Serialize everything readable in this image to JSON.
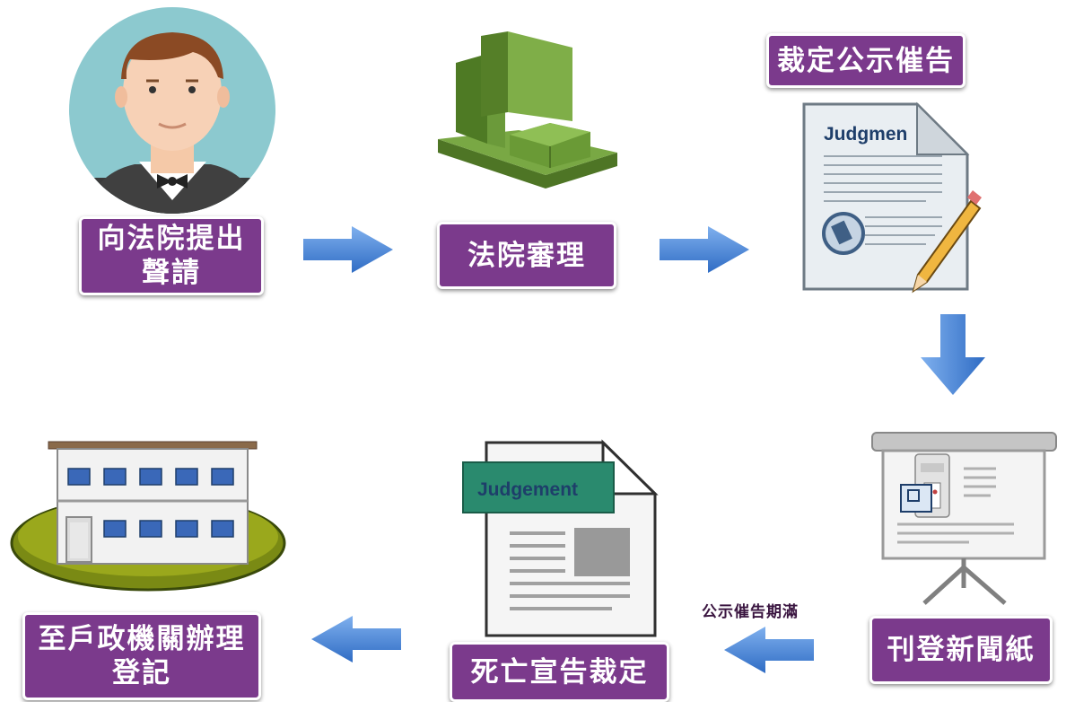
{
  "steps": {
    "file_petition": "向法院提出\n聲請",
    "court_review": "法院審理",
    "public_notice": "裁定公示催告",
    "newspaper": "刊登新聞紙",
    "death_ruling": "死亡宣告裁定",
    "registration": "至戶政機關辦理\n登記"
  },
  "notice_period_label": "公示催告期滿",
  "document_texts": {
    "judgment_partial": "Judgmen",
    "judgement": "Judgement"
  },
  "icons": [
    "person-avatar-icon",
    "court-building-icon",
    "judgment-document-icon",
    "presentation-board-icon",
    "judgement-document-icon",
    "office-building-icon",
    "arrow-right-icon",
    "arrow-down-icon",
    "arrow-left-icon"
  ],
  "colors": {
    "label_bg": "#7b3a8c",
    "arrow": "#4a86d6",
    "court_green": "#6b9a3a",
    "avatar_bg": "#8cc9cf"
  }
}
